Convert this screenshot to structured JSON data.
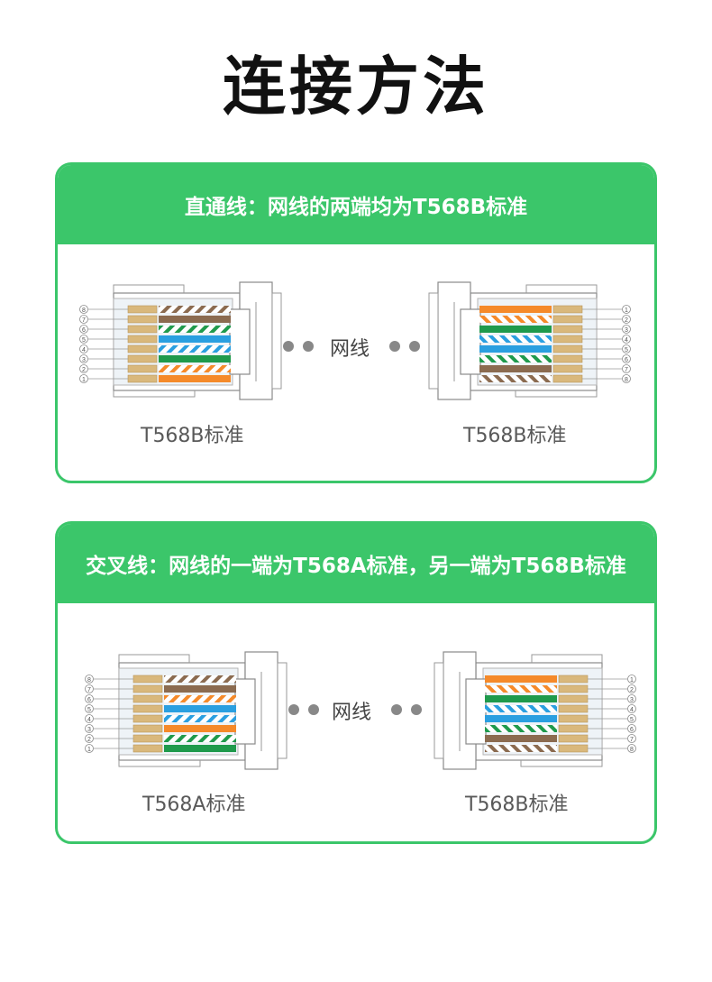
{
  "page": {
    "title": "连接方法"
  },
  "panels": [
    {
      "header": "直通线：网线的两端均为T568B标准",
      "cable_label": "网线",
      "left_connector": {
        "standard": "T568B标准",
        "pins": [
          "8",
          "7",
          "6",
          "5",
          "4",
          "3",
          "2",
          "1"
        ]
      },
      "right_connector": {
        "standard": "T568B标准",
        "pins": [
          "1",
          "2",
          "3",
          "4",
          "5",
          "6",
          "7",
          "8"
        ]
      }
    },
    {
      "header": "交叉线：网线的一端为T568A标准，另一端为T568B标准",
      "cable_label": "网线",
      "left_connector": {
        "standard": "T568A标准",
        "pins": [
          "8",
          "7",
          "6",
          "5",
          "4",
          "3",
          "2",
          "1"
        ]
      },
      "right_connector": {
        "standard": "T568B标准",
        "pins": [
          "1",
          "2",
          "3",
          "4",
          "5",
          "6",
          "7",
          "8"
        ]
      }
    }
  ],
  "colors": {
    "accent_green": "#3bc66a",
    "wire_orange": "#f58a2a",
    "wire_green": "#1f9a4c",
    "wire_blue": "#2a9fe0",
    "wire_brown": "#8b6b50",
    "contact_gold": "#d9b87c"
  }
}
